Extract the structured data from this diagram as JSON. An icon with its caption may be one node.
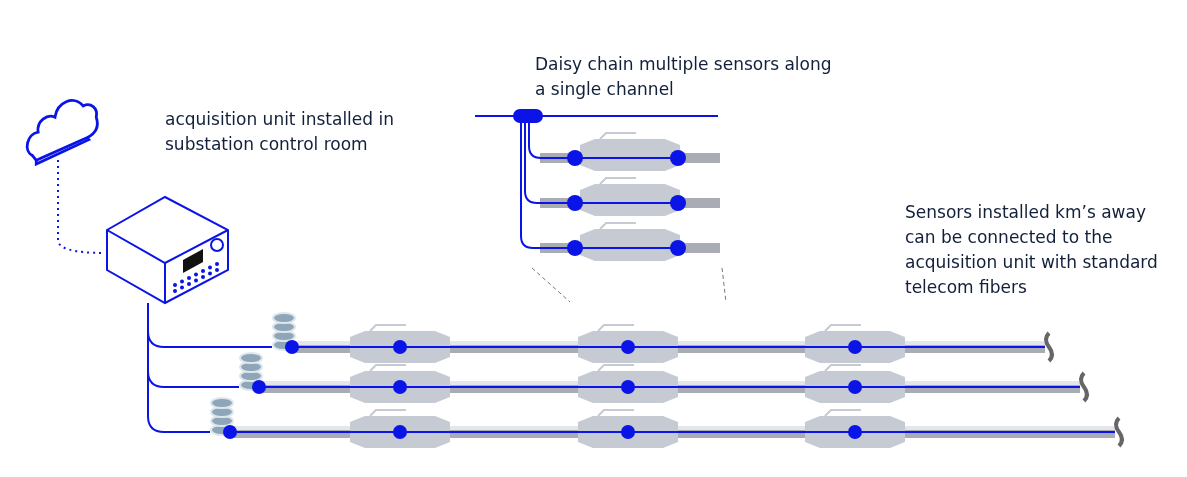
{
  "diagram": {
    "nodes": [
      {
        "text": [],
        "shape": "cloud"
      },
      {
        "text": [],
        "shape": "picture"
      },
      {
        "text": [],
        "shape": "bar"
      },
      {
        "text": [],
        "shape": "bar"
      },
      {
        "text": [],
        "shape": "bar"
      },
      {
        "text": [],
        "shape": "bar"
      },
      {
        "text": [],
        "shape": "picture"
      },
      {
        "text": [],
        "shape": "picture"
      },
      {
        "text": [],
        "shape": "picture"
      }
    ],
    "edges": [
      {
        "from": 0,
        "to": 1,
        "arrow": "none",
        "style": "dashed"
      },
      {
        "from": 1,
        "to": 2,
        "arrow": "none"
      },
      {
        "from": 1,
        "to": 3,
        "arrow": "none"
      },
      {
        "from": 1,
        "to": 4,
        "arrow": "none"
      },
      {
        "from": 5,
        "to": 6,
        "arrow": "none"
      },
      {
        "from": 5,
        "to": 7,
        "arrow": "none"
      },
      {
        "from": 5,
        "to": 8,
        "arrow": "none"
      }
    ],
    "labels": [
      "acquisition unit installed in substation control room",
      "Daisy chain multiple sensors along a single channel",
      "Sensors installed km’s away can be connected to the acquisition unit with standard telecom fibers"
    ]
  }
}
